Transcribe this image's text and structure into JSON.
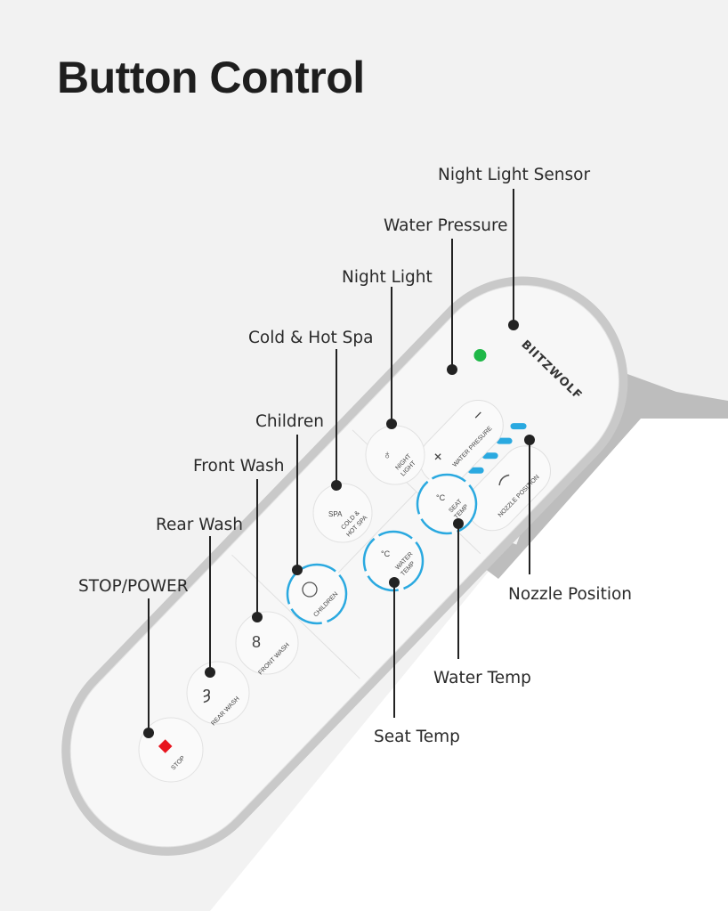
{
  "title": "Button Control",
  "brand": "BlITZWOLF",
  "callouts": {
    "night_light_sensor": "Night Light Sensor",
    "water_pressure": "Water Pressure",
    "night_light": "Night Light",
    "cold_hot_spa": "Cold & Hot Spa",
    "children": "Children",
    "front_wash": "Front Wash",
    "rear_wash": "Rear Wash",
    "stop_power": "STOP/POWER",
    "nozzle_position": "Nozzle Position",
    "water_temp": "Water Temp",
    "seat_temp": "Seat Temp"
  },
  "buttons": {
    "stop": "STOP",
    "rear_wash": "REAR WASH",
    "front_wash": "FRONT WASH",
    "children": "CHILDREN",
    "spa_icon": "SPA",
    "cold_hot_spa_1": "COLD &",
    "cold_hot_spa_2": "HOT SPA",
    "night_light_1": "NIGHT",
    "night_light_2": "LIGHT",
    "water_temp_1": "WATER",
    "water_temp_2": "TEMP",
    "seat_temp_1": "SEAT",
    "seat_temp_2": "TEMP",
    "degree": "°C",
    "water_pressure": "WATER PRESURE",
    "plus": "+",
    "minus": "−",
    "nozzle_position": "NOZZLE POSITION"
  },
  "colors": {
    "accent_blue": "#2aa9e0",
    "stop_red": "#e8141e",
    "sensor_green": "#1fb848"
  }
}
